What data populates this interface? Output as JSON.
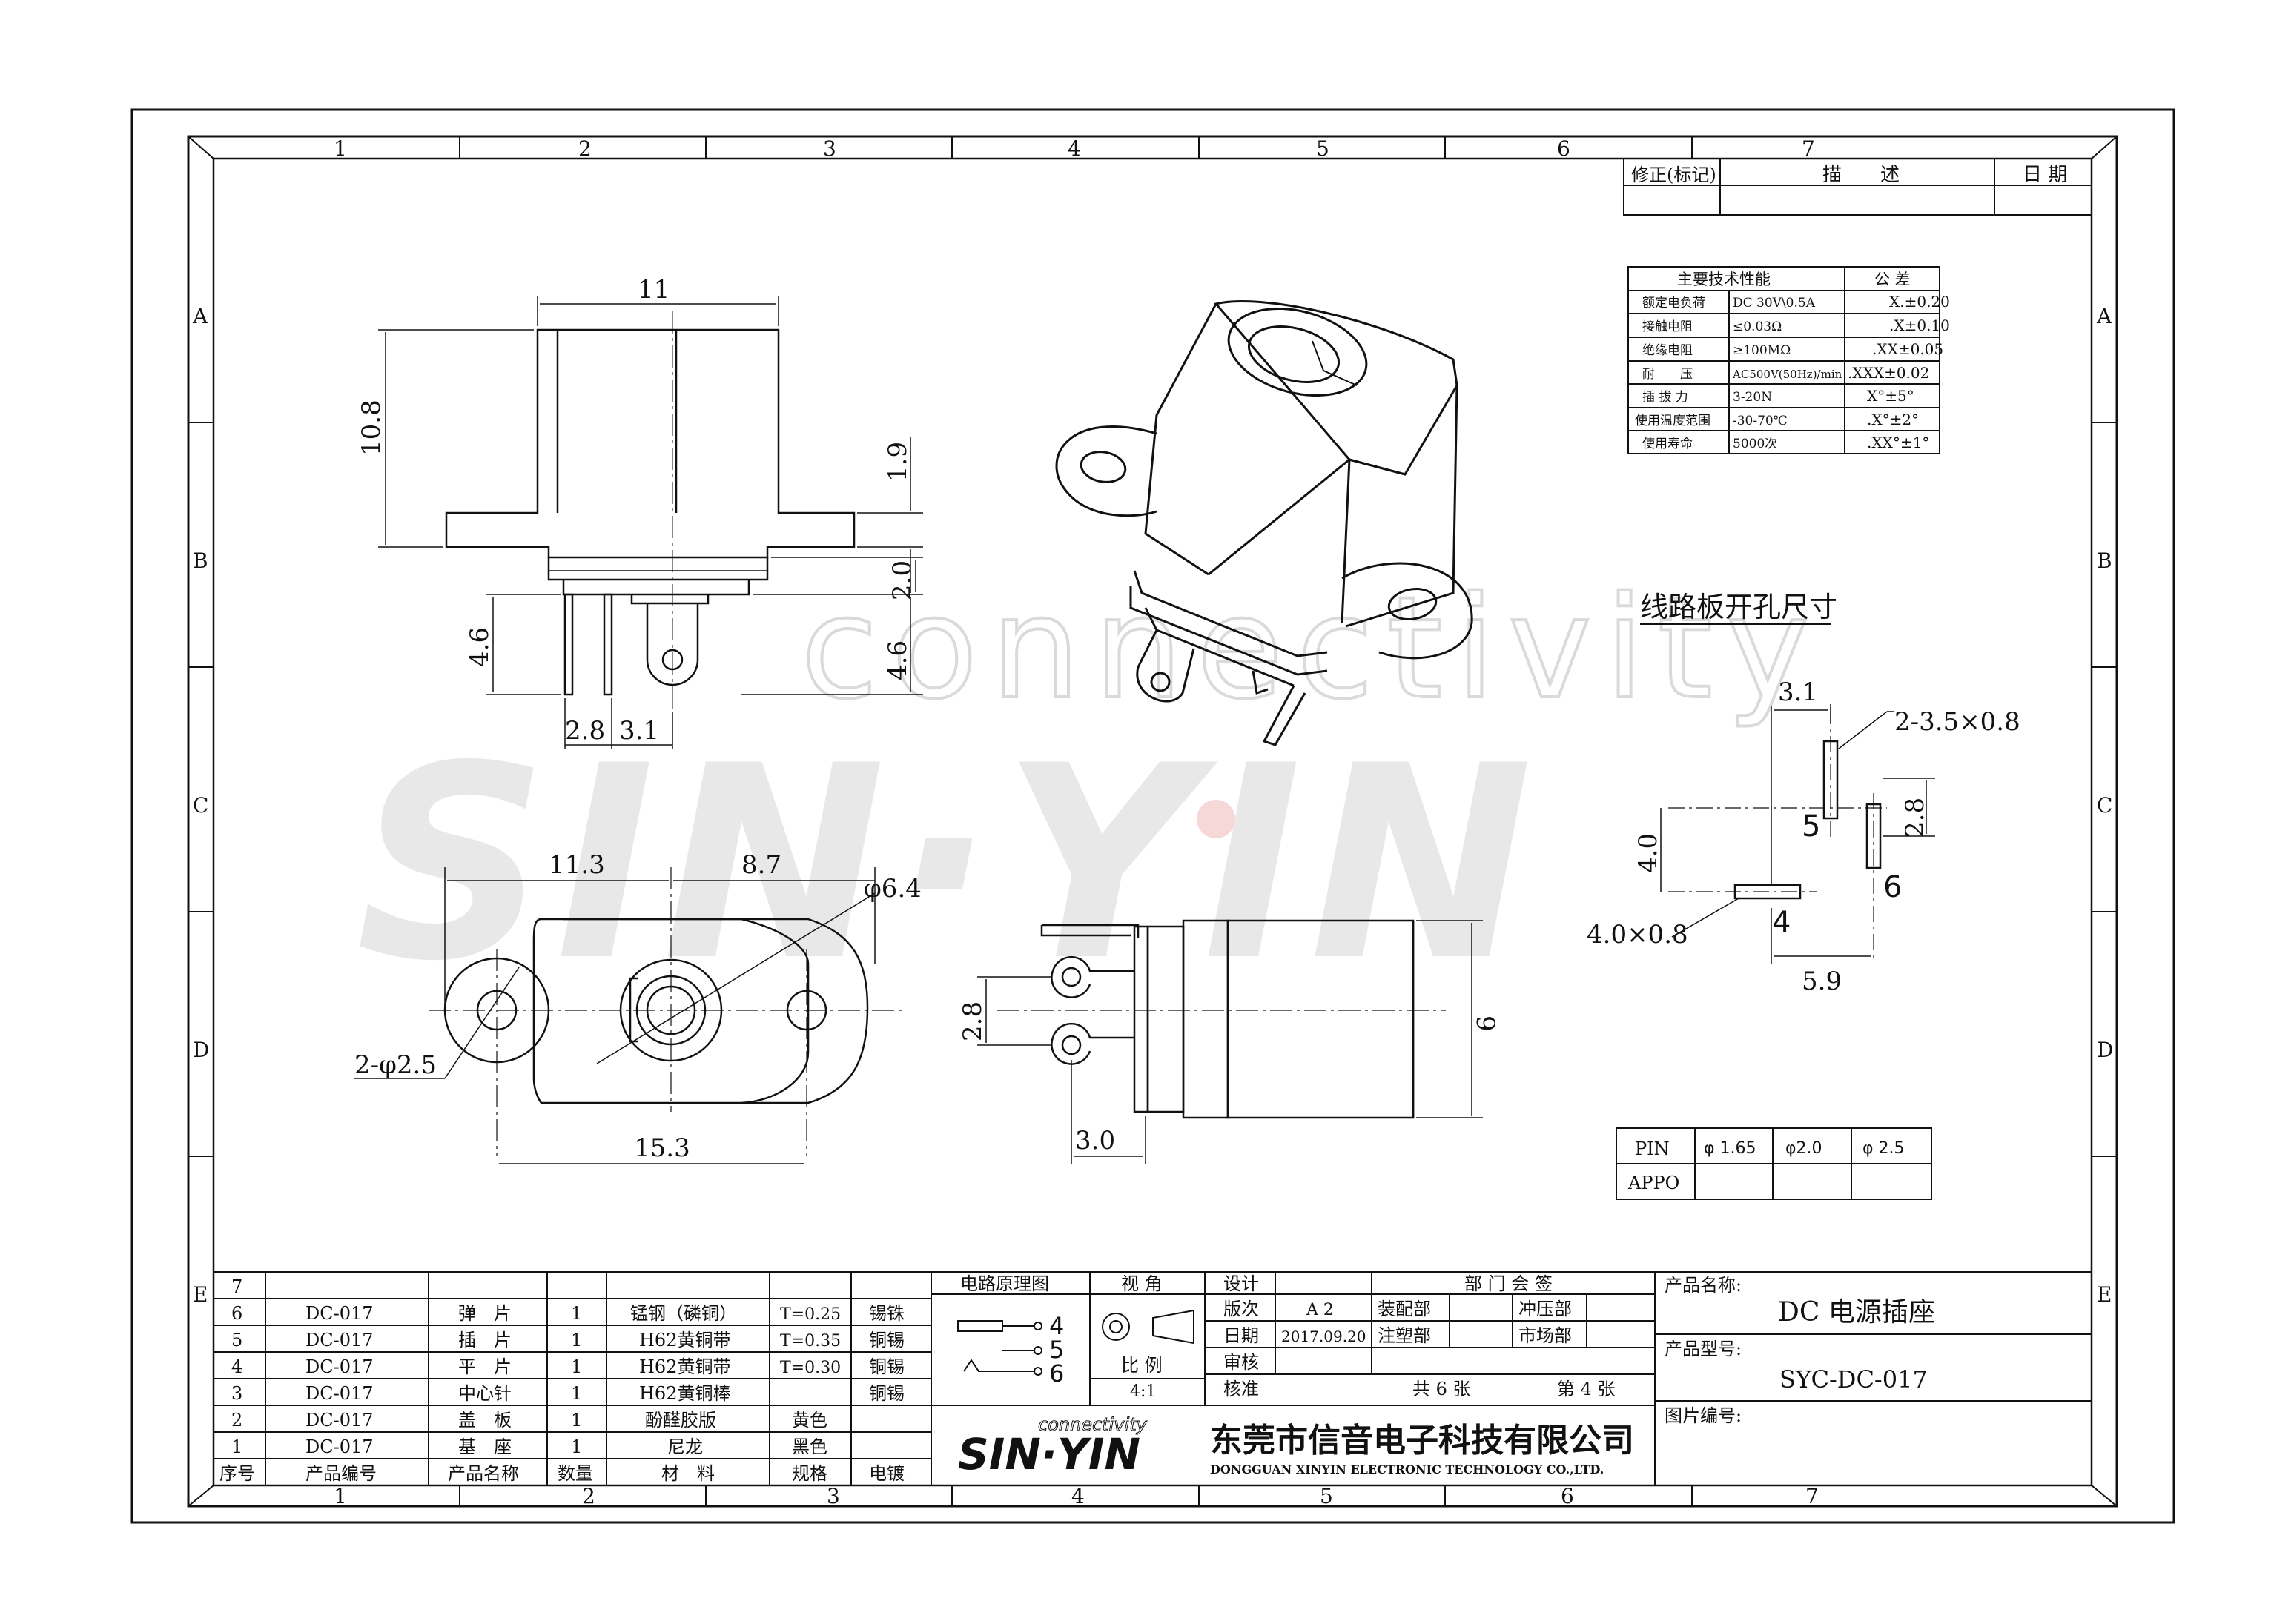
{
  "zone_columns": [
    "1",
    "2",
    "3",
    "4",
    "5",
    "6",
    "7"
  ],
  "zone_rows": [
    "A",
    "B",
    "C",
    "D",
    "E"
  ],
  "revision_block": {
    "col_revision": "修正(标记)",
    "col_description": "描　　述",
    "col_date": "日 期"
  },
  "spec_table": {
    "header_spec": "主要技术性能",
    "header_tolerance": "公 差",
    "rows": [
      {
        "name": "额定电负荷",
        "value": "DC 30V\\0.5A",
        "tol": "X.±0.20"
      },
      {
        "name": "接触电阻",
        "value": "≤0.03Ω",
        "tol": ".X±0.10"
      },
      {
        "name": "绝缘电阻",
        "value": "≥100MΩ",
        "tol": ".XX±0.05"
      },
      {
        "name": "耐　　压",
        "value": "AC500V(50Hz)/min",
        "tol": ".XXX±0.02"
      },
      {
        "name": "插 拔 力",
        "value": "3-20N",
        "tol": "X°±5°"
      },
      {
        "name": "使用温度范围",
        "value": "-30-70℃",
        "tol": ".X°±2°"
      },
      {
        "name": "使用寿命",
        "value": "5000次",
        "tol": ".XX°±1°"
      }
    ]
  },
  "pcb_layout": {
    "title": "线路板开孔尺寸",
    "dims": [
      "3.1",
      "2-3.5×0.8",
      "2.8",
      "4.0",
      "4.0×0.8",
      "5.9"
    ],
    "pins": [
      "5",
      "6",
      "4"
    ]
  },
  "front_view": {
    "dims": [
      "11",
      "10.8",
      "1.9",
      "2.0",
      "4.6",
      "4.6",
      "2.8",
      "3.1"
    ]
  },
  "bottom_view": {
    "dims": [
      "11.3",
      "8.7",
      "φ6.4",
      "2-φ2.5",
      "15.3"
    ]
  },
  "side_view": {
    "dims": [
      "2.8",
      "9",
      "3.0"
    ]
  },
  "watermark": {
    "brand": "SIN·YIN",
    "tag": "connectivity"
  },
  "pin_table": {
    "row1": [
      "PIN",
      "φ 1.65",
      "φ2.0",
      "φ 2.5"
    ],
    "row2_label": "APPO"
  },
  "bom": {
    "rows": [
      [
        "7",
        "",
        "",
        "",
        "",
        "",
        ""
      ],
      [
        "6",
        "DC-017",
        "弹　片",
        "1",
        "锰钢（磷铜）",
        "T=0.25",
        "锡铢"
      ],
      [
        "5",
        "DC-017",
        "插　片",
        "1",
        "H62黄铜带",
        "T=0.35",
        "铜锡"
      ],
      [
        "4",
        "DC-017",
        "平　片",
        "1",
        "H62黄铜带",
        "T=0.30",
        "铜锡"
      ],
      [
        "3",
        "DC-017",
        "中心针",
        "1",
        "H62黄铜棒",
        "",
        "铜锡"
      ],
      [
        "2",
        "DC-017",
        "盖　板",
        "1",
        "酚醛胶版",
        "黄色",
        ""
      ],
      [
        "1",
        "DC-017",
        "基　座",
        "1",
        "尼龙",
        "黑色",
        ""
      ]
    ],
    "header": [
      "序号",
      "产品编号",
      "产品名称",
      "数量",
      "材　料",
      "规格",
      "电镀"
    ]
  },
  "title_block": {
    "schematic_label": "电路原理图",
    "schematic_pins": [
      "4",
      "5",
      "6"
    ],
    "view_angle": "视 角",
    "scale_label": "比 例",
    "scale_value": "4:1",
    "design": "设计",
    "version": "版次",
    "version_value": "A 2",
    "date": "日期",
    "date_value": "2017.09.20",
    "review": "审核",
    "approve": "核准",
    "dept_sign": "部 门 会 签",
    "dept_assembly": "装配部",
    "dept_molding": "注塑部",
    "dept_stamping": "冲压部",
    "dept_market": "市场部",
    "sheets_total": "共 6 张",
    "sheet_no": "第 4 张",
    "product_name_label": "产品名称:",
    "product_name": "DC 电源插座",
    "product_model_label": "产品型号:",
    "product_model": "SYC-DC-017",
    "drawing_no_label": "图片编号:",
    "company_cn": "东莞市信音电子科技有限公司",
    "company_en": "DONGGUAN XINYIN ELECTRONIC TECHNOLOGY CO.,LTD.",
    "logo_text": "SIN·YIN",
    "logo_tag": "connectivity"
  }
}
